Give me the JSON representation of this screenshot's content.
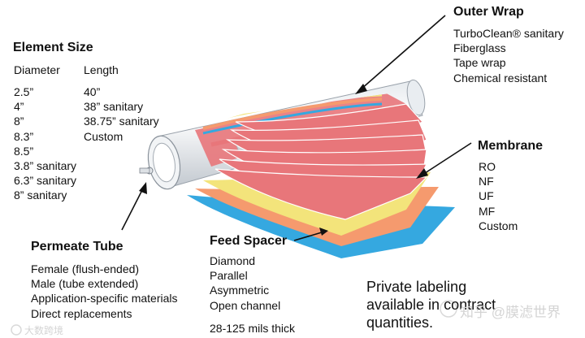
{
  "element_size": {
    "heading": "Element Size",
    "col_diameter_header": "Diameter",
    "col_length_header": "Length",
    "diameters": [
      "2.5”",
      "4”",
      "8”",
      "8.3”",
      "8.5”",
      "3.8” sanitary",
      "6.3” sanitary",
      "8” sanitary"
    ],
    "lengths": [
      "40”",
      "38” sanitary",
      "38.75” sanitary",
      "Custom"
    ]
  },
  "outer_wrap": {
    "heading": "Outer Wrap",
    "items": [
      "TurboClean® sanitary",
      "Fiberglass",
      "Tape wrap",
      "Chemical resistant"
    ]
  },
  "membrane": {
    "heading": "Membrane",
    "items": [
      "RO",
      "NF",
      "UF",
      "MF",
      "Custom"
    ]
  },
  "permeate_tube": {
    "heading": "Permeate Tube",
    "items": [
      "Female (flush-ended)",
      "Male (tube extended)",
      "Application-specific materials",
      "Direct replacements"
    ]
  },
  "feed_spacer": {
    "heading": "Feed Spacer",
    "items": [
      "Diamond",
      "Parallel",
      "Asymmetric",
      "Open channel"
    ],
    "thickness": "28-125 mils thick"
  },
  "private_label": {
    "lines": [
      "Private labeling",
      "available in contract",
      "quantities."
    ]
  },
  "watermarks": {
    "right": "知乎 @膜滤世界",
    "left": "大数跨境"
  },
  "colors": {
    "membrane_leaf": "#e8767a",
    "feed_spacer_yellow": "#f3e47b",
    "spacer_orange": "#f59a6e",
    "backing_blue": "#35a8e0",
    "tube_white": "#f4f6f8",
    "tube_shade": "#c9cfd6",
    "arrow": "#111111"
  }
}
